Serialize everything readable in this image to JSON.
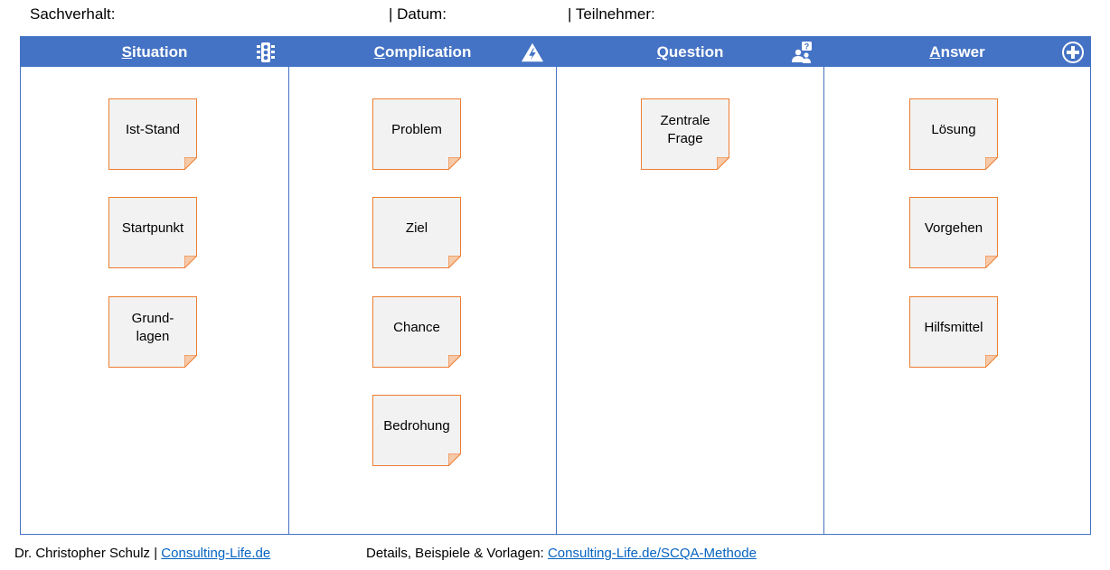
{
  "header": {
    "sachverhalt_label": "Sachverhalt:",
    "datum_label": "| Datum:",
    "teilnehmer_label": "| Teilnehmer:"
  },
  "columns": [
    {
      "first": "S",
      "rest": "ituation",
      "icon": "traffic-light-icon",
      "notes": [
        "Ist-Stand",
        "Startpunkt",
        "Grund-\nlagen"
      ]
    },
    {
      "first": "C",
      "rest": "omplication",
      "icon": "warning-lightning-icon",
      "notes": [
        "Problem",
        "Ziel",
        "Chance",
        "Bedrohung"
      ]
    },
    {
      "first": "Q",
      "rest": "uestion",
      "icon": "people-question-icon",
      "notes": [
        "Zentrale\nFrage"
      ]
    },
    {
      "first": "A",
      "rest": "nswer",
      "icon": "plus-circle-icon",
      "notes": [
        "Lösung",
        "Vorgehen",
        "Hilfsmittel"
      ]
    }
  ],
  "footer": {
    "author": "Dr. Christopher Schulz | ",
    "author_link": "Consulting-Life.de",
    "details_label": "Details, Beispiele & Vorlagen: ",
    "details_link": "Consulting-Life.de/SCQA-Methode"
  },
  "colors": {
    "header_blue": "#4472c4",
    "note_border": "#ed7d31",
    "note_fill": "#f2f2f2",
    "link": "#0563c1"
  }
}
